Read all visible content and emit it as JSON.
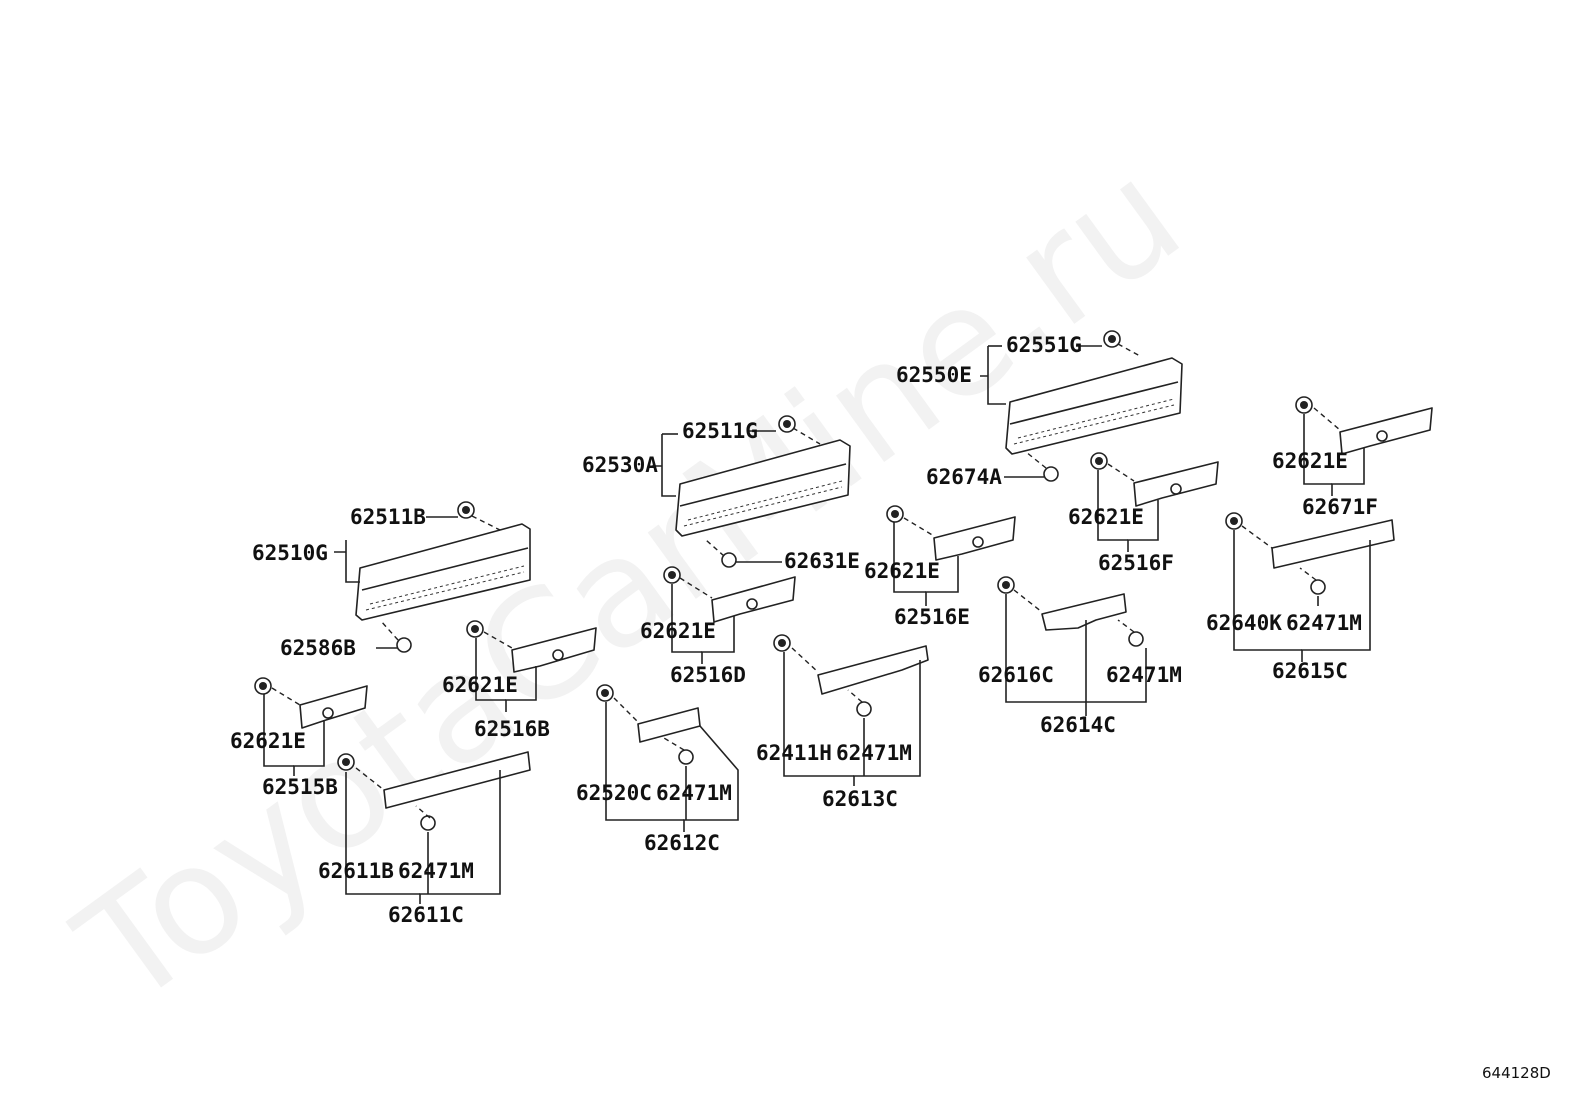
{
  "watermark": "ToyotaCarMine.ru",
  "diagram_ref": "644128D",
  "labels": {
    "p62510G": "62510G",
    "p62511B": "62511B",
    "p62586B": "62586B",
    "p62530A": "62530A",
    "p62511G": "62511G",
    "p62631E": "62631E",
    "p62550E": "62550E",
    "p62551G": "62551G",
    "p62674A": "62674A",
    "p62621E_a": "62621E",
    "p62515B": "62515B",
    "p62621E_b": "62621E",
    "p62516B": "62516B",
    "p62621E_c": "62621E",
    "p62516D": "62516D",
    "p62621E_d": "62621E",
    "p62516E": "62516E",
    "p62621E_e": "62621E",
    "p62516F": "62516F",
    "p62621E_f": "62621E",
    "p62671F": "62671F",
    "p62611B": "62611B",
    "p62471M_a": "62471M",
    "p62611C": "62611C",
    "p62520C": "62520C",
    "p62471M_b": "62471M",
    "p62612C": "62612C",
    "p62411H": "62411H",
    "p62471M_c": "62471M",
    "p62613C": "62613C",
    "p62616C": "62616C",
    "p62471M_d": "62471M",
    "p62614C": "62614C",
    "p62640K": "62640K",
    "p62471M_e": "62471M",
    "p62615C": "62615C"
  }
}
